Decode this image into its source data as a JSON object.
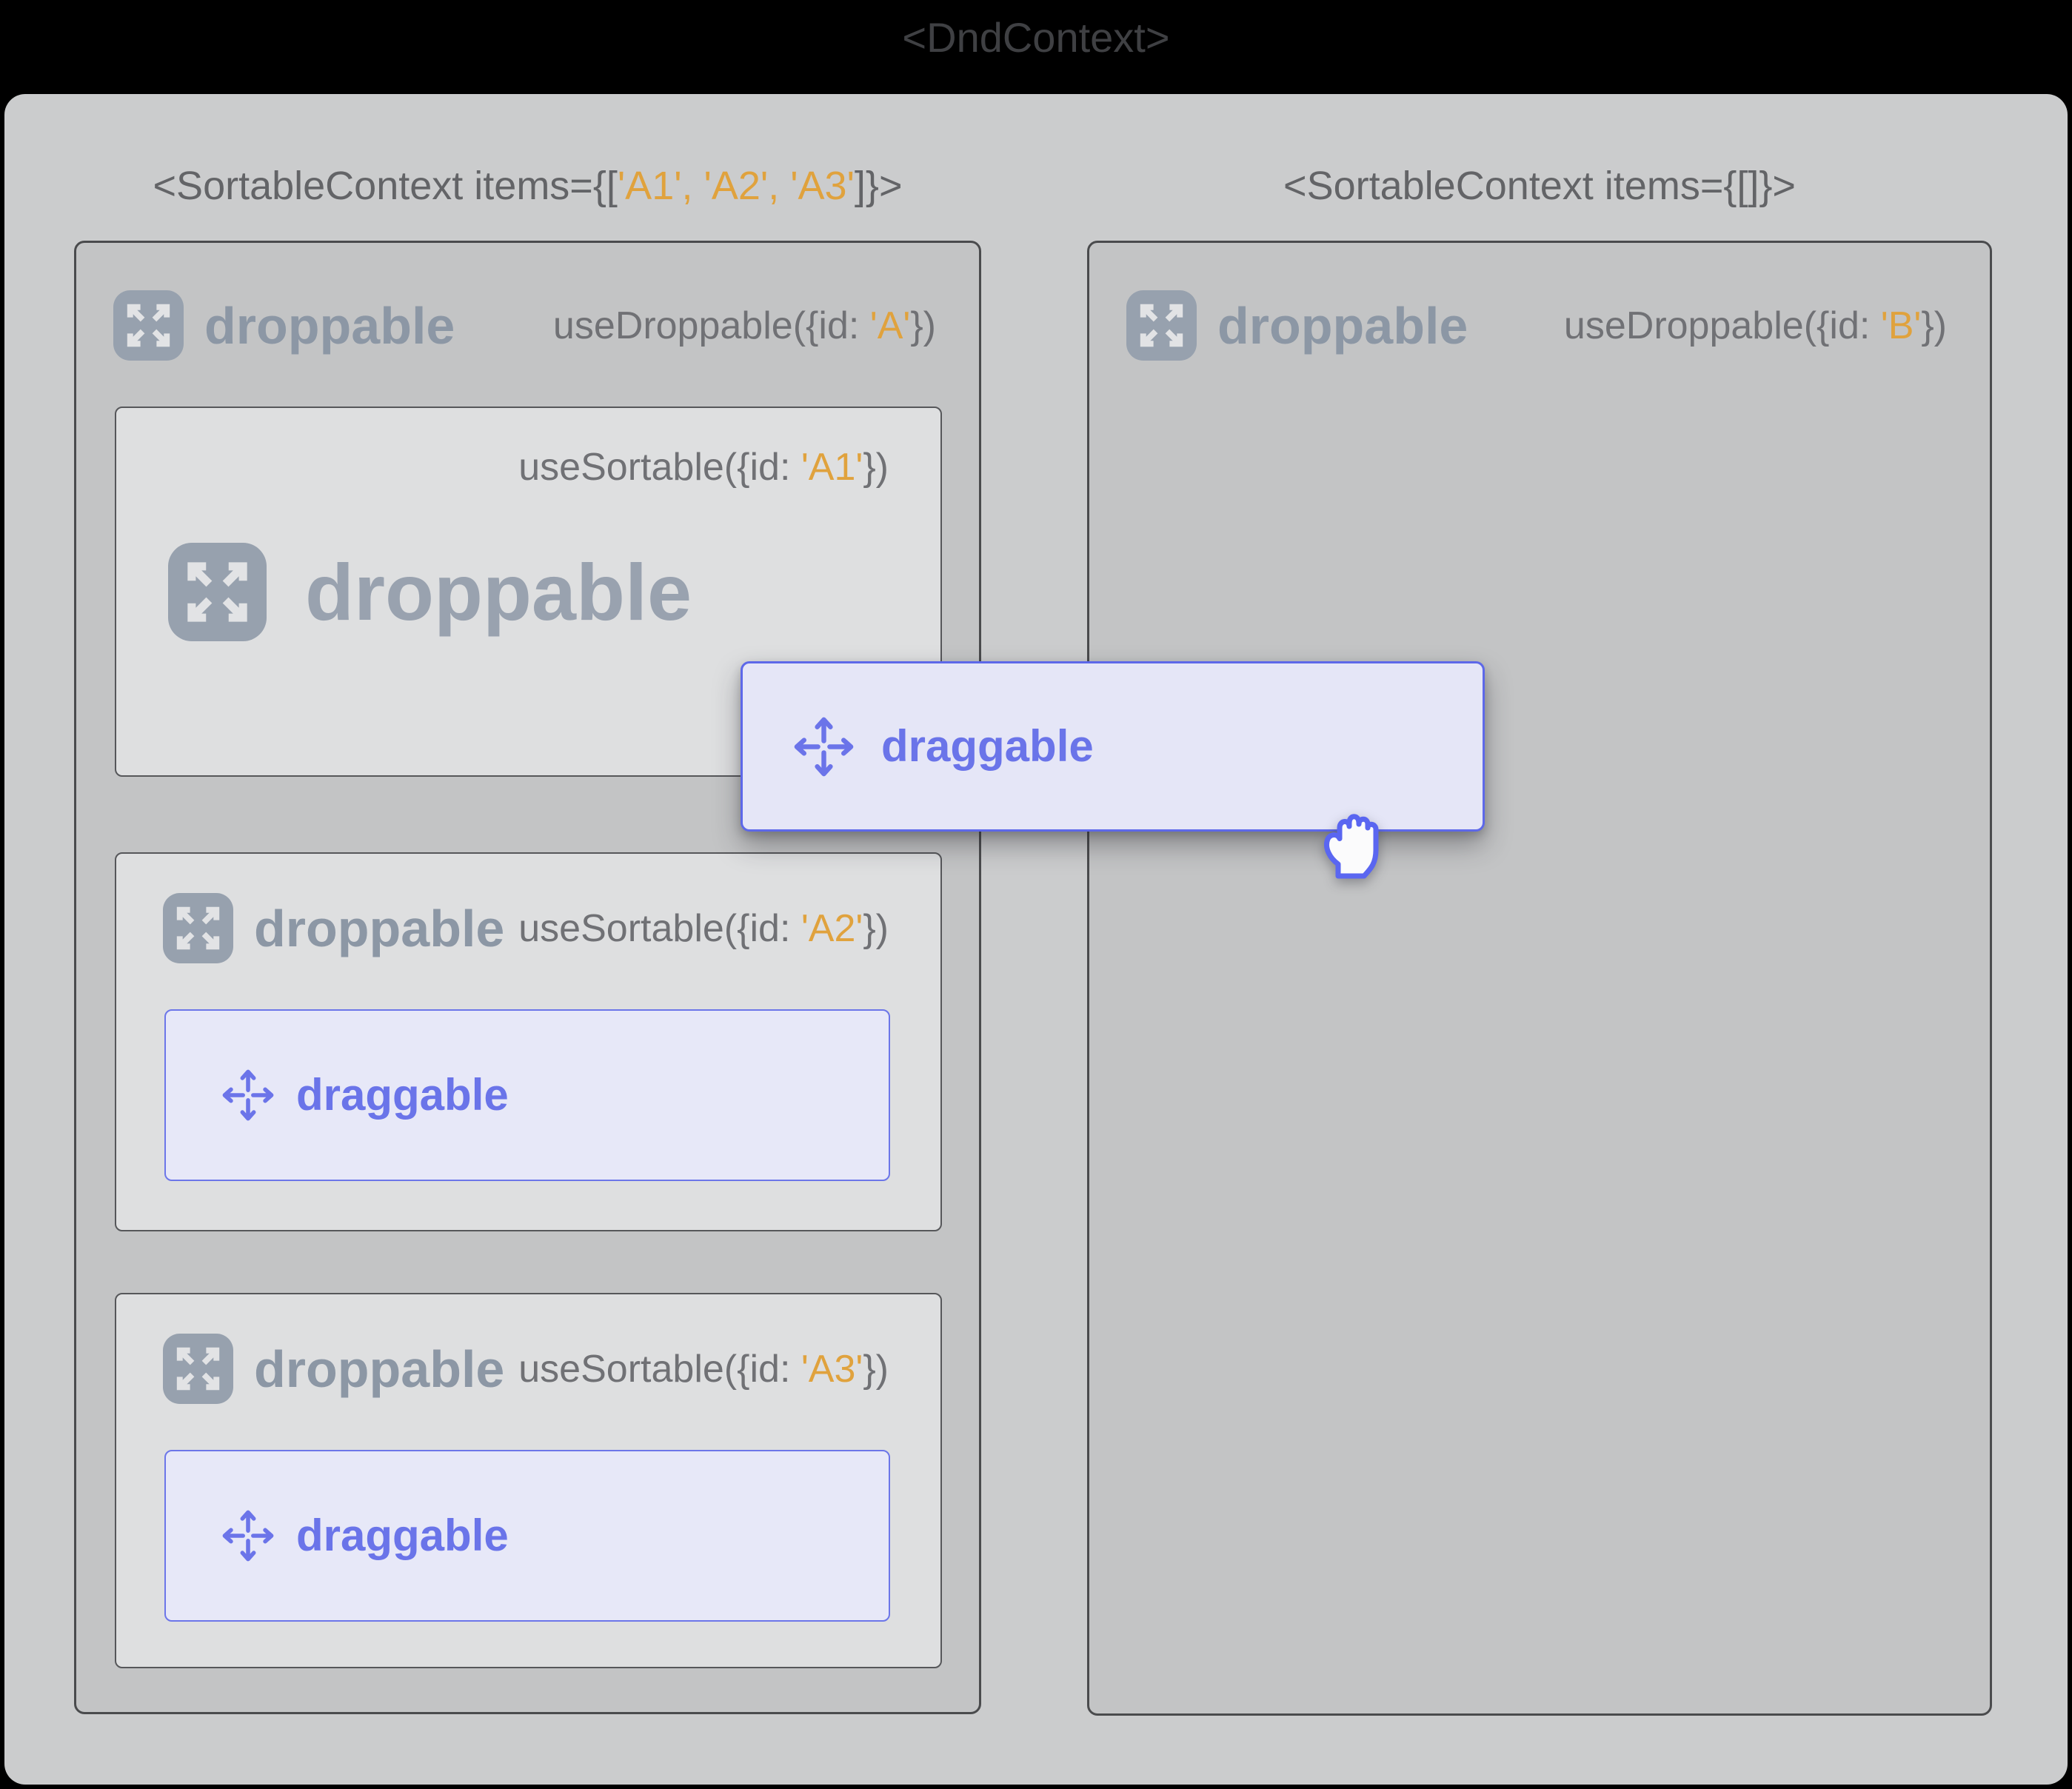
{
  "title": "<DndContext>",
  "colors": {
    "accent_indigo": "#6a74e9",
    "string_orange": "#e0a23d",
    "droppable_gray": "#8c97a5",
    "code_gray": "#707175"
  },
  "left": {
    "heading": [
      {
        "t": "<SortableContext items={[",
        "c": "code"
      },
      {
        "t": "'A1', 'A2', 'A3'",
        "c": "string"
      },
      {
        "t": "]}>",
        "c": "code"
      }
    ],
    "header": {
      "droppable_label": "droppable",
      "use_droppable": [
        {
          "t": "useDroppable({id: ",
          "c": "code"
        },
        {
          "t": "'A'",
          "c": "string"
        },
        {
          "t": "})",
          "c": "code"
        }
      ]
    },
    "sortables": [
      {
        "use_sortable": [
          {
            "t": "useSortable({id: ",
            "c": "code"
          },
          {
            "t": "'A1'",
            "c": "string"
          },
          {
            "t": "})",
            "c": "code"
          }
        ],
        "droppable_label": "droppable"
      },
      {
        "use_sortable": [
          {
            "t": "useSortable({id: ",
            "c": "code"
          },
          {
            "t": "'A2'",
            "c": "string"
          },
          {
            "t": "})",
            "c": "code"
          }
        ],
        "droppable_label": "droppable",
        "draggable_label": "draggable"
      },
      {
        "use_sortable": [
          {
            "t": "useSortable({id: ",
            "c": "code"
          },
          {
            "t": "'A3'",
            "c": "string"
          },
          {
            "t": "})",
            "c": "code"
          }
        ],
        "droppable_label": "droppable",
        "draggable_label": "draggable"
      }
    ]
  },
  "right": {
    "heading": [
      {
        "t": "<SortableContext items={[]}>",
        "c": "code"
      }
    ],
    "header": {
      "droppable_label": "droppable",
      "use_droppable": [
        {
          "t": "useDroppable({id: ",
          "c": "code"
        },
        {
          "t": "'B'",
          "c": "string"
        },
        {
          "t": "})",
          "c": "code"
        }
      ]
    }
  },
  "overlay": {
    "draggable_label": "draggable"
  }
}
